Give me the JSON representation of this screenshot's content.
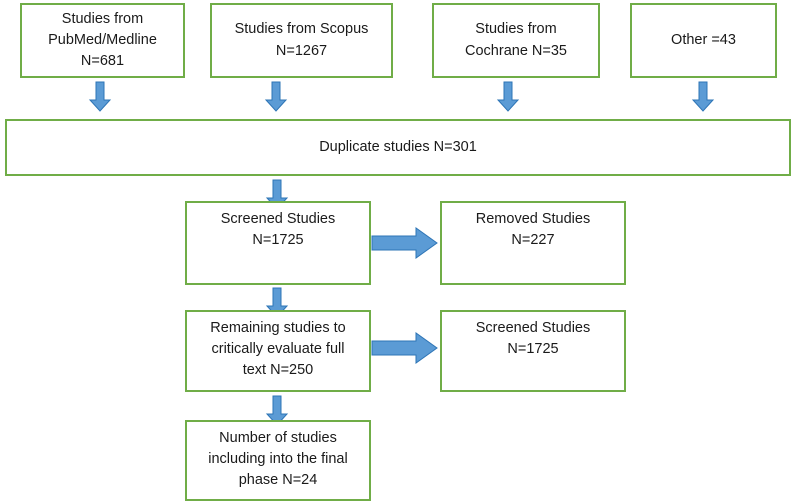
{
  "diagram": {
    "title": "PRISMA study selection flow diagram",
    "colors": {
      "box_border": "#70AD47",
      "box_fill": "#FFFFFF",
      "arrow_fill": "#5B9BD5",
      "arrow_stroke": "#2E75B6",
      "text": "#1A1A1A",
      "background": "#FFFFFF"
    },
    "sources": [
      {
        "id": "pubmed",
        "label": "Studies from\nPubMed/Medline\nN=681"
      },
      {
        "id": "scopus",
        "label": "Studies from Scopus\nN=1267"
      },
      {
        "id": "cochrane",
        "label": "Studies from\nCochrane N=35"
      },
      {
        "id": "other",
        "label": "Other =43"
      }
    ],
    "duplicates": {
      "id": "duplicates",
      "label": "Duplicate studies N=301"
    },
    "stages": [
      {
        "id": "screened-studies",
        "label": "Screened Studies\nN=1725"
      },
      {
        "id": "remaining-studies",
        "label": "Remaining studies to\ncritically evaluate full\ntext N=250"
      },
      {
        "id": "final-studies",
        "label": "Number of studies\nincluding into the final\nphase N=24"
      }
    ],
    "side_outcomes": [
      {
        "id": "removed-studies",
        "label": "Removed Studies\nN=227"
      },
      {
        "id": "screened-studies-two",
        "label": "Screened Studies\nN=1725"
      }
    ],
    "arrows": {
      "down_icon": "arrow-down-icon",
      "right_icon": "arrow-right-icon",
      "count_down": 7,
      "count_right": 2
    }
  }
}
